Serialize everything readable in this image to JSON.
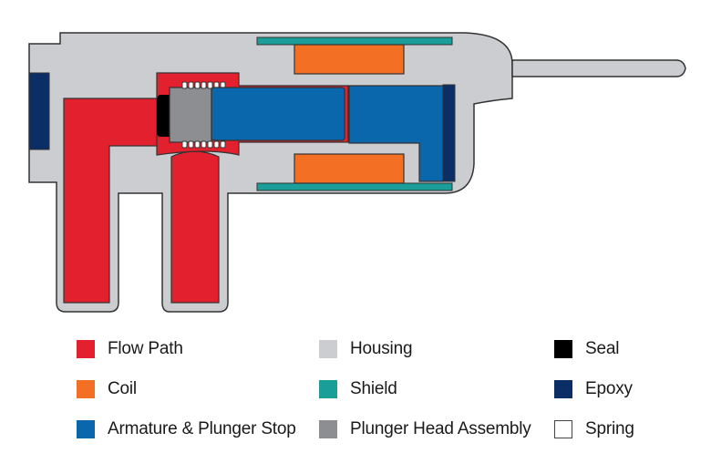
{
  "colors": {
    "flow_path": "#E3202E",
    "coil": "#F26F23",
    "armature": "#0B67AC",
    "housing": "#CCCDD1",
    "shield": "#1A9E9A",
    "plunger_head": "#8C8E92",
    "seal": "#000000",
    "epoxy": "#0B2E67",
    "spring": "#FFFFFF",
    "outline": "#333333"
  },
  "legend": [
    {
      "key": "flow_path",
      "label": "Flow Path",
      "color": "#E3202E"
    },
    {
      "key": "coil",
      "label": "Coil",
      "color": "#F26F23"
    },
    {
      "key": "armature",
      "label": "Armature & Plunger Stop",
      "color": "#0B67AC"
    },
    {
      "key": "housing",
      "label": "Housing",
      "color": "#CCCDD1"
    },
    {
      "key": "shield",
      "label": "Shield",
      "color": "#1A9E9A"
    },
    {
      "key": "plunger_head",
      "label": "Plunger Head Assembly",
      "color": "#8C8E92"
    },
    {
      "key": "seal",
      "label": "Seal",
      "color": "#000000"
    },
    {
      "key": "epoxy",
      "label": "Epoxy",
      "color": "#0B2E67"
    },
    {
      "key": "spring",
      "label": "Spring",
      "color": "#FFFFFF"
    }
  ]
}
